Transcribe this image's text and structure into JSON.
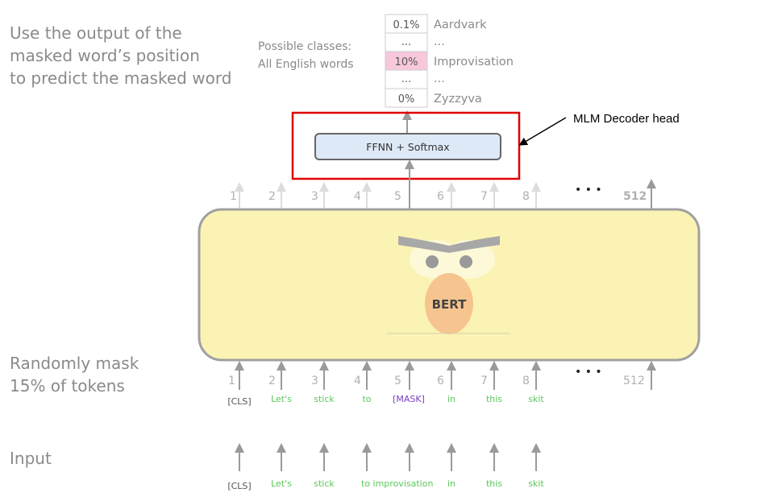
{
  "left_notes": {
    "predict": [
      "Use the output of the",
      "masked word’s position",
      "to predict the masked word"
    ],
    "mask": [
      "Randomly mask",
      "15% of tokens"
    ],
    "input": "Input"
  },
  "classes": {
    "caption": [
      "Possible classes:",
      "All English words"
    ],
    "rows": [
      {
        "prob": "0.1%",
        "word": "Aardvark",
        "highlight": false
      },
      {
        "prob": "...",
        "word": "...",
        "highlight": false
      },
      {
        "prob": "10%",
        "word": "Improvisation",
        "highlight": true
      },
      {
        "prob": "...",
        "word": "...",
        "highlight": false
      },
      {
        "prob": "0%",
        "word": "Zyzzyva",
        "highlight": false
      }
    ]
  },
  "decoder": {
    "box_label": "FFNN + Softmax",
    "callout": "MLM Decoder head"
  },
  "bert": {
    "label": "BERT",
    "top_positions": [
      "1",
      "2",
      "3",
      "4",
      "5",
      "6",
      "7",
      "8",
      "512"
    ],
    "bottom_positions": [
      "1",
      "2",
      "3",
      "4",
      "5",
      "6",
      "7",
      "8",
      "512"
    ],
    "ellipsis": "• • •"
  },
  "masked_tokens": [
    "[CLS]",
    "Let's",
    "stick",
    "to",
    "[MASK]",
    "in",
    "this",
    "skit"
  ],
  "input_tokens": [
    "[CLS]",
    "Let's",
    "stick",
    "to improvisation",
    "in",
    "this",
    "skit"
  ],
  "colors": {
    "token_green": "#5cc85c",
    "mask_purple": "#7a3fc0",
    "cls_gray": "#555555",
    "highlight_pink": "#f7c8dc",
    "bert_yellow": "#fbf3b4",
    "decoder_blue": "#dde9f7",
    "callout_red": "#e00000"
  }
}
